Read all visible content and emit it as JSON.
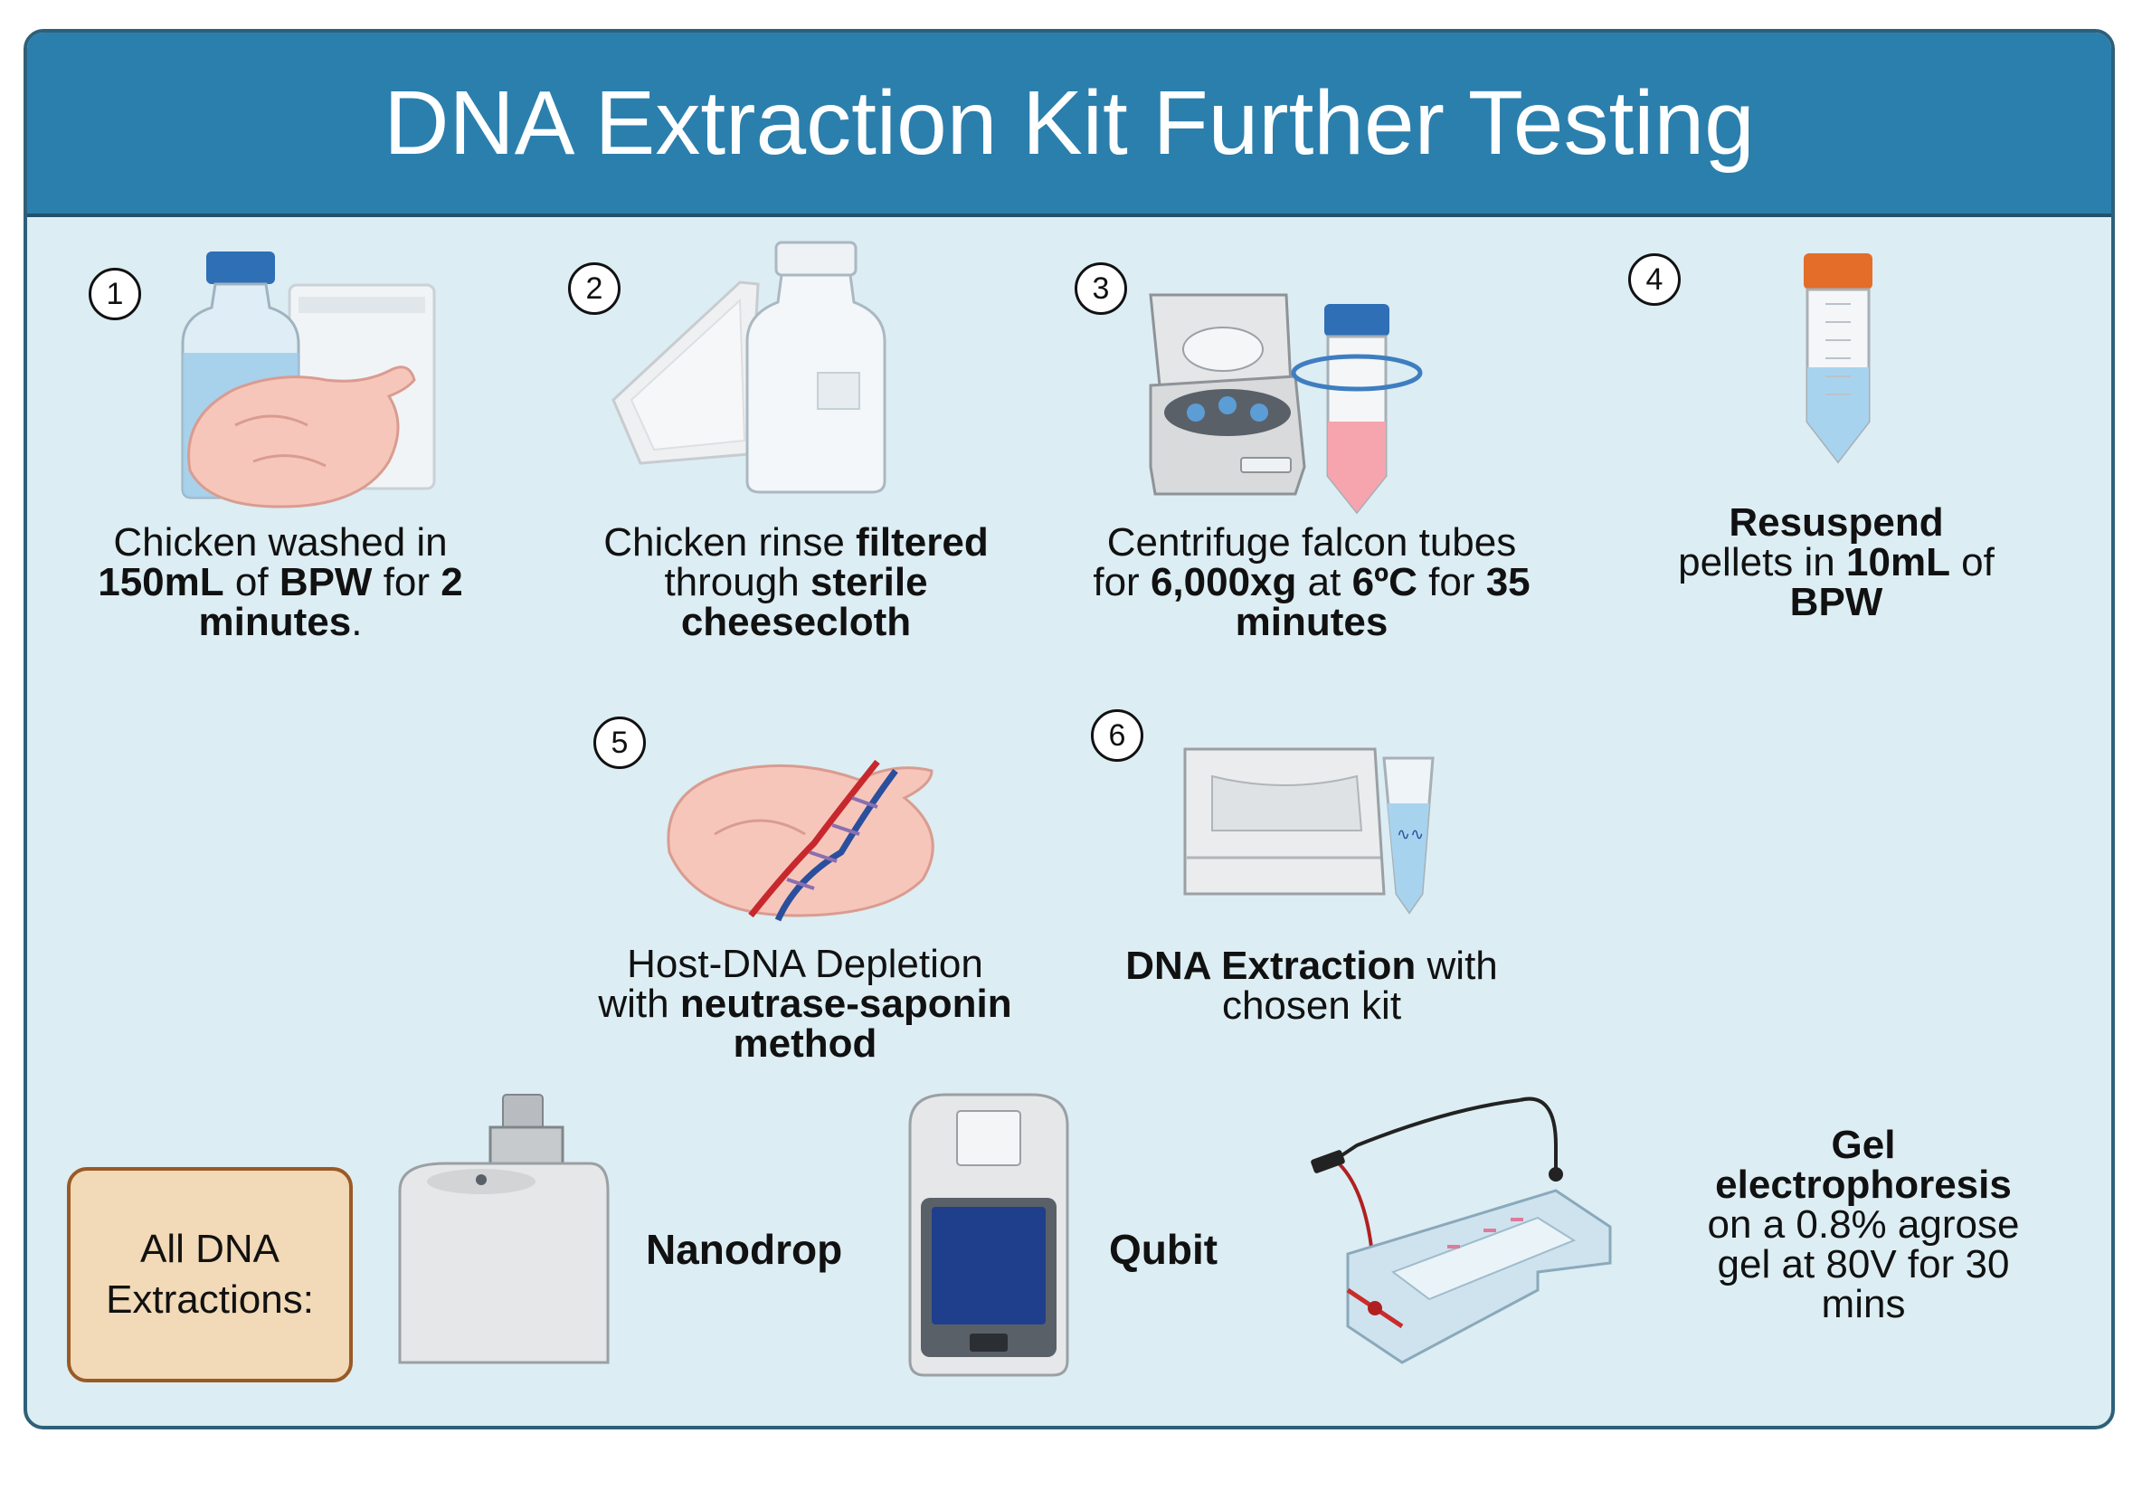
{
  "title": "DNA Extraction Kit Further Testing",
  "steps": [
    {
      "number": "1",
      "caption": [
        "Chicken washed in",
        "150mL",
        " of ",
        "BPW",
        " for ",
        "2",
        "minutes",
        "."
      ]
    },
    {
      "number": "2",
      "caption": [
        "Chicken rinse ",
        "filtered",
        "through ",
        "sterile",
        "cheesecloth"
      ]
    },
    {
      "number": "3",
      "caption": [
        "Centrifuge falcon tubes",
        "for ",
        "6,000xg",
        " at ",
        "6ºC",
        " for ",
        "35",
        "minutes"
      ]
    },
    {
      "number": "4",
      "caption": [
        "Resuspend",
        "pellets in ",
        "10mL",
        " of",
        "BPW"
      ]
    },
    {
      "number": "5",
      "caption": [
        "Host-DNA Depletion",
        "with ",
        "neutrase-saponin",
        "method"
      ]
    },
    {
      "number": "6",
      "caption": [
        "DNA Extraction",
        " with",
        "chosen kit"
      ]
    }
  ],
  "all_extractions": {
    "line1": "All DNA",
    "line2": "Extractions:"
  },
  "instruments": {
    "nanodrop": "Nanodrop",
    "qubit": "Qubit"
  },
  "gel": {
    "line1": "Gel",
    "line2": "electrophoresis",
    "line3": "on a 0.8% agrose",
    "line4": "gel at 80V for 30",
    "line5": "mins"
  },
  "colors": {
    "header": "#2b7fad",
    "panel": "#dcedf3",
    "border": "#2e6079",
    "box_fill": "#f2d9b7",
    "box_border": "#9a5a25"
  }
}
